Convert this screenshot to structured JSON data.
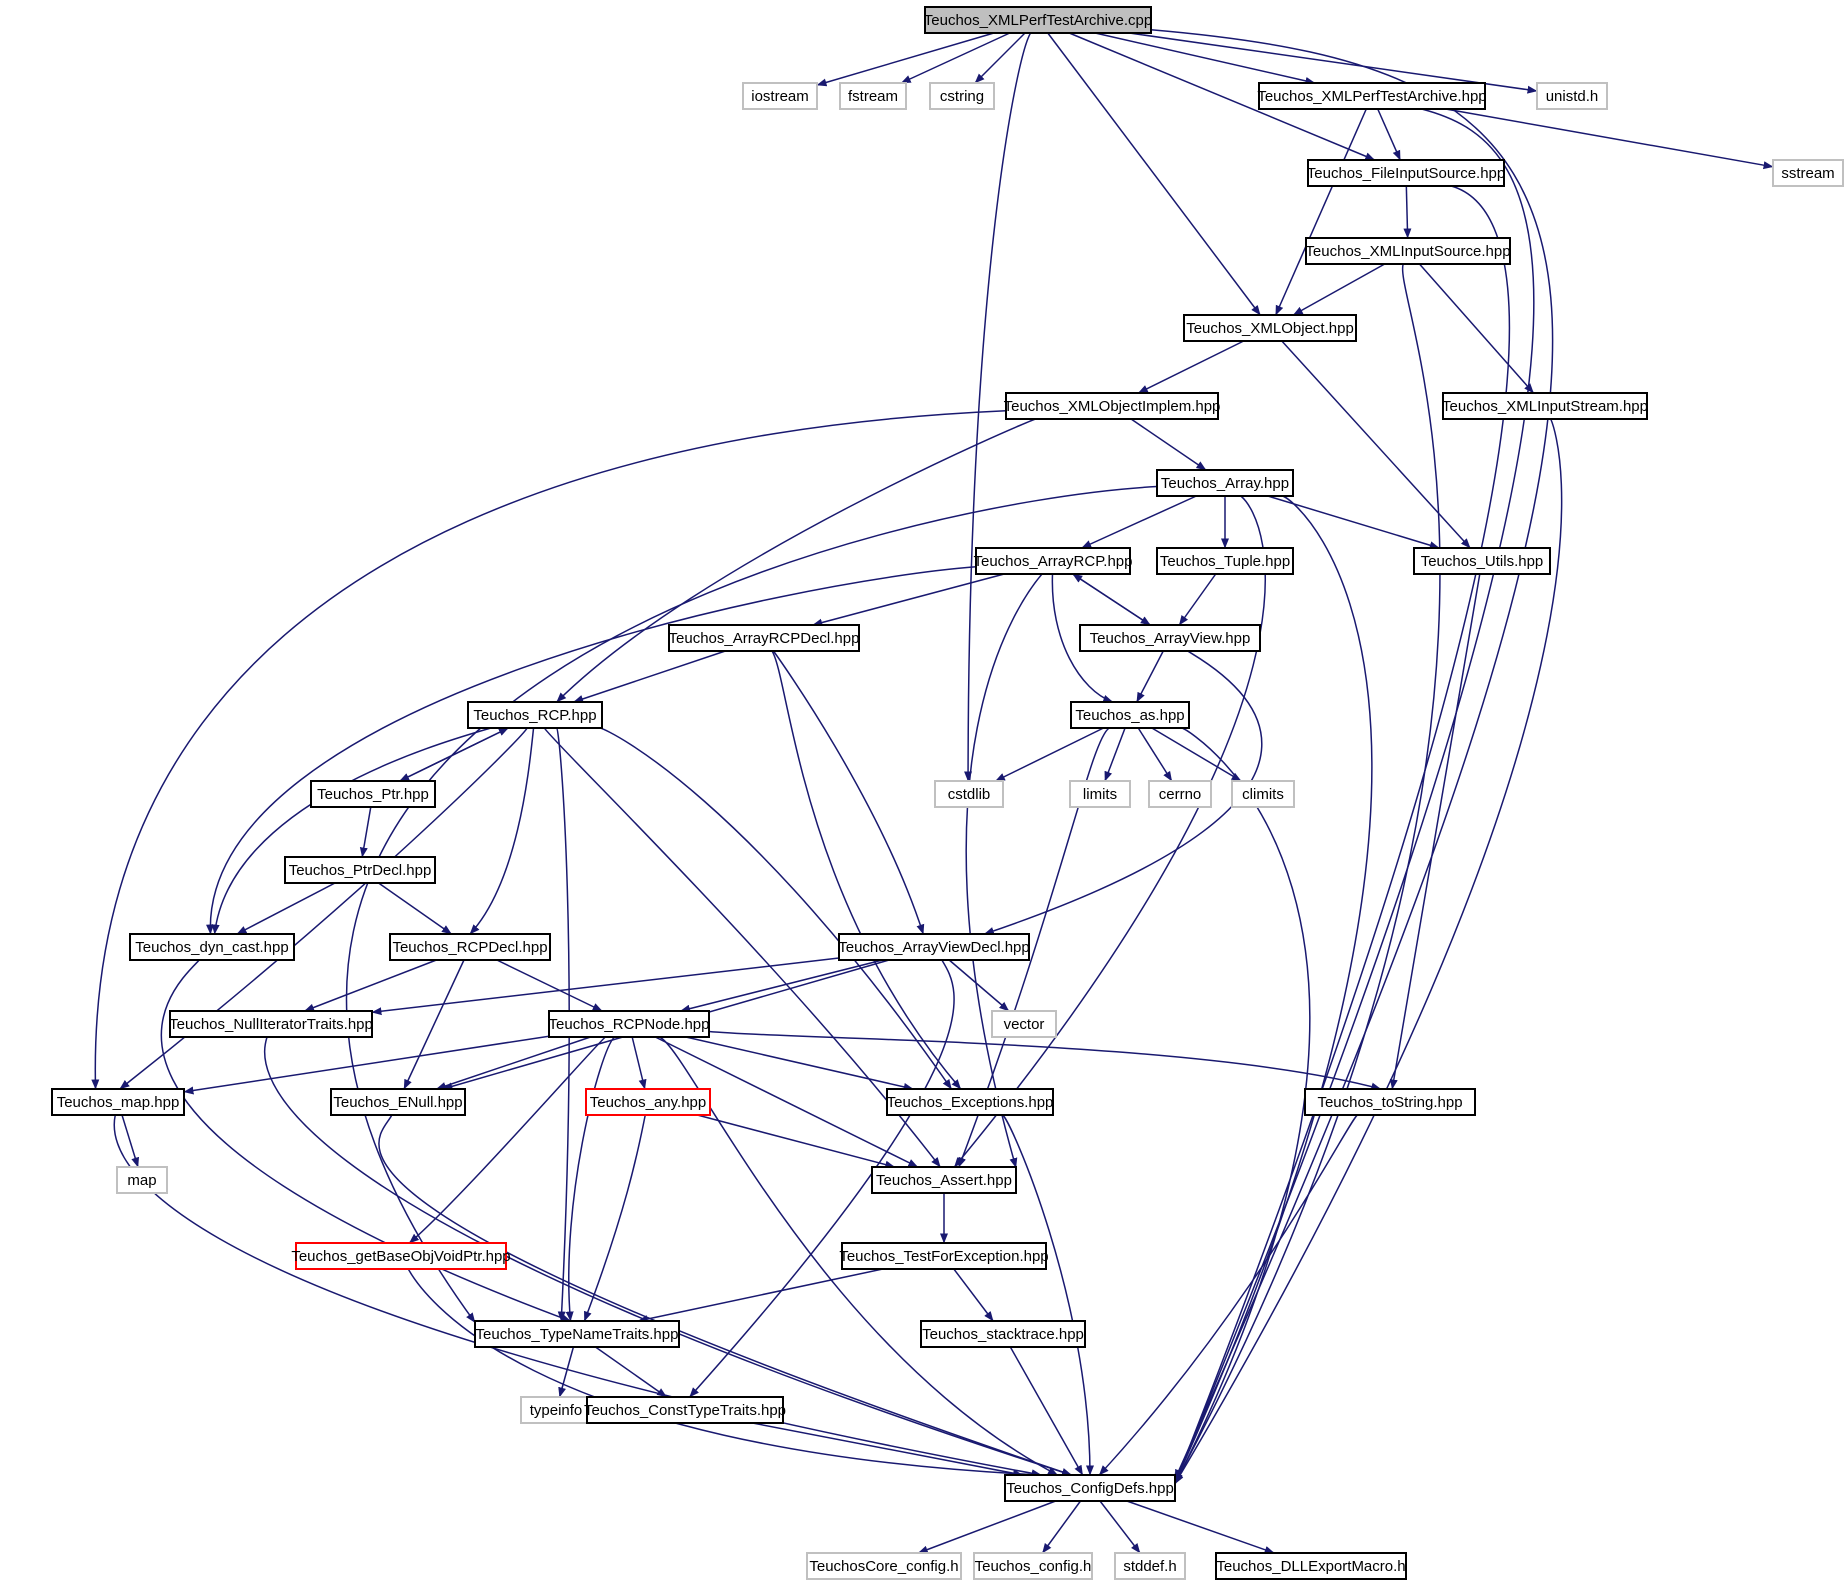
{
  "colors": {
    "edge": "#191970",
    "node_border": "#000000",
    "external_border": "#c0c0c0",
    "incomplete_border": "#ff0000",
    "root_fill": "#bfbfbf",
    "fill": "#ffffff"
  },
  "diagram": {
    "root": "cpp",
    "nodes": [
      {
        "id": "cpp",
        "label": "Teuchos_XMLPerfTestArchive.cpp",
        "kind": "root"
      },
      {
        "id": "iostream",
        "label": "iostream",
        "kind": "external"
      },
      {
        "id": "fstream",
        "label": "fstream",
        "kind": "external"
      },
      {
        "id": "cstring",
        "label": "cstring",
        "kind": "external"
      },
      {
        "id": "perfhpp",
        "label": "Teuchos_XMLPerfTestArchive.hpp",
        "kind": "file"
      },
      {
        "id": "unistd",
        "label": "unistd.h",
        "kind": "external"
      },
      {
        "id": "fileinput",
        "label": "Teuchos_FileInputSource.hpp",
        "kind": "file"
      },
      {
        "id": "sstream",
        "label": "sstream",
        "kind": "external"
      },
      {
        "id": "xmlinputsource",
        "label": "Teuchos_XMLInputSource.hpp",
        "kind": "file"
      },
      {
        "id": "xmlobject",
        "label": "Teuchos_XMLObject.hpp",
        "kind": "file"
      },
      {
        "id": "xmlobjimpl",
        "label": "Teuchos_XMLObjectImplem.hpp",
        "kind": "file"
      },
      {
        "id": "xmlinputstream",
        "label": "Teuchos_XMLInputStream.hpp",
        "kind": "file"
      },
      {
        "id": "array",
        "label": "Teuchos_Array.hpp",
        "kind": "file"
      },
      {
        "id": "arrayrcp",
        "label": "Teuchos_ArrayRCP.hpp",
        "kind": "file"
      },
      {
        "id": "tuple",
        "label": "Teuchos_Tuple.hpp",
        "kind": "file"
      },
      {
        "id": "utils",
        "label": "Teuchos_Utils.hpp",
        "kind": "file"
      },
      {
        "id": "arrayrcpdecl",
        "label": "Teuchos_ArrayRCPDecl.hpp",
        "kind": "file"
      },
      {
        "id": "arrayview",
        "label": "Teuchos_ArrayView.hpp",
        "kind": "file"
      },
      {
        "id": "rcp",
        "label": "Teuchos_RCP.hpp",
        "kind": "file"
      },
      {
        "id": "as",
        "label": "Teuchos_as.hpp",
        "kind": "file"
      },
      {
        "id": "ptr",
        "label": "Teuchos_Ptr.hpp",
        "kind": "file"
      },
      {
        "id": "cstdlib",
        "label": "cstdlib",
        "kind": "external"
      },
      {
        "id": "limits",
        "label": "limits",
        "kind": "external"
      },
      {
        "id": "cerrno",
        "label": "cerrno",
        "kind": "external"
      },
      {
        "id": "climits",
        "label": "climits",
        "kind": "external"
      },
      {
        "id": "ptrdecl",
        "label": "Teuchos_PtrDecl.hpp",
        "kind": "file"
      },
      {
        "id": "dyncast",
        "label": "Teuchos_dyn_cast.hpp",
        "kind": "file"
      },
      {
        "id": "rcpdecl",
        "label": "Teuchos_RCPDecl.hpp",
        "kind": "file"
      },
      {
        "id": "arrayviewdecl",
        "label": "Teuchos_ArrayViewDecl.hpp",
        "kind": "file"
      },
      {
        "id": "nulliter",
        "label": "Teuchos_NullIteratorTraits.hpp",
        "kind": "file"
      },
      {
        "id": "rcpnode",
        "label": "Teuchos_RCPNode.hpp",
        "kind": "file"
      },
      {
        "id": "vector",
        "label": "vector",
        "kind": "external"
      },
      {
        "id": "map",
        "label": "Teuchos_map.hpp",
        "kind": "file"
      },
      {
        "id": "enull",
        "label": "Teuchos_ENull.hpp",
        "kind": "file"
      },
      {
        "id": "any",
        "label": "Teuchos_any.hpp",
        "kind": "incomplete"
      },
      {
        "id": "exceptions",
        "label": "Teuchos_Exceptions.hpp",
        "kind": "file"
      },
      {
        "id": "tostring",
        "label": "Teuchos_toString.hpp",
        "kind": "file"
      },
      {
        "id": "stdmap",
        "label": "map",
        "kind": "external"
      },
      {
        "id": "assert",
        "label": "Teuchos_Assert.hpp",
        "kind": "file"
      },
      {
        "id": "getbase",
        "label": "Teuchos_getBaseObjVoidPtr.hpp",
        "kind": "incomplete"
      },
      {
        "id": "testforexc",
        "label": "Teuchos_TestForException.hpp",
        "kind": "file"
      },
      {
        "id": "typename",
        "label": "Teuchos_TypeNameTraits.hpp",
        "kind": "file"
      },
      {
        "id": "stacktrace",
        "label": "Teuchos_stacktrace.hpp",
        "kind": "file"
      },
      {
        "id": "typeinfo",
        "label": "typeinfo",
        "kind": "external"
      },
      {
        "id": "consttype",
        "label": "Teuchos_ConstTypeTraits.hpp",
        "kind": "file"
      },
      {
        "id": "configdefs",
        "label": "Teuchos_ConfigDefs.hpp",
        "kind": "file"
      },
      {
        "id": "coreconfig",
        "label": "TeuchosCore_config.h",
        "kind": "external"
      },
      {
        "id": "config",
        "label": "Teuchos_config.h",
        "kind": "external"
      },
      {
        "id": "stddef",
        "label": "stddef.h",
        "kind": "external"
      },
      {
        "id": "dllexport",
        "label": "Teuchos_DLLExportMacro.h",
        "kind": "file"
      }
    ],
    "edges": [
      [
        "cpp",
        "iostream"
      ],
      [
        "cpp",
        "fstream"
      ],
      [
        "cpp",
        "cstring"
      ],
      [
        "cpp",
        "perfhpp"
      ],
      [
        "cpp",
        "unistd"
      ],
      [
        "cpp",
        "fileinput"
      ],
      [
        "cpp",
        "xmlobject"
      ],
      [
        "cpp",
        "cstdlib"
      ],
      [
        "cpp",
        "configdefs"
      ],
      [
        "perfhpp",
        "fileinput"
      ],
      [
        "perfhpp",
        "xmlobject"
      ],
      [
        "perfhpp",
        "sstream"
      ],
      [
        "perfhpp",
        "configdefs"
      ],
      [
        "fileinput",
        "xmlinputsource"
      ],
      [
        "fileinput",
        "configdefs"
      ],
      [
        "xmlinputsource",
        "xmlobject"
      ],
      [
        "xmlinputsource",
        "xmlinputstream"
      ],
      [
        "xmlinputsource",
        "configdefs"
      ],
      [
        "xmlobject",
        "xmlobjimpl"
      ],
      [
        "xmlobject",
        "utils"
      ],
      [
        "xmlinputstream",
        "configdefs"
      ],
      [
        "xmlobjimpl",
        "array"
      ],
      [
        "xmlobjimpl",
        "rcp"
      ],
      [
        "xmlobjimpl",
        "map"
      ],
      [
        "array",
        "arrayrcp"
      ],
      [
        "array",
        "tuple"
      ],
      [
        "array",
        "utils"
      ],
      [
        "array",
        "assert"
      ],
      [
        "array",
        "typename"
      ],
      [
        "array",
        "configdefs"
      ],
      [
        "utils",
        "tostring"
      ],
      [
        "arrayrcp",
        "arrayrcpdecl"
      ],
      [
        "arrayrcp",
        "arrayview"
      ],
      [
        "arrayrcp",
        "as"
      ],
      [
        "arrayrcp",
        "dyncast"
      ],
      [
        "arrayrcp",
        "assert"
      ],
      [
        "tuple",
        "arrayview"
      ],
      [
        "arrayview",
        "arrayrcp"
      ],
      [
        "arrayview",
        "as"
      ],
      [
        "arrayview",
        "arrayviewdecl"
      ],
      [
        "arrayrcpdecl",
        "rcp"
      ],
      [
        "arrayrcpdecl",
        "arrayviewdecl"
      ],
      [
        "arrayrcpdecl",
        "exceptions"
      ],
      [
        "rcp",
        "ptr"
      ],
      [
        "rcp",
        "rcpdecl"
      ],
      [
        "rcp",
        "dyncast"
      ],
      [
        "rcp",
        "map"
      ],
      [
        "rcp",
        "typename"
      ],
      [
        "rcp",
        "exceptions"
      ],
      [
        "rcp",
        "assert"
      ],
      [
        "ptr",
        "rcp"
      ],
      [
        "ptr",
        "ptrdecl"
      ],
      [
        "ptrdecl",
        "dyncast"
      ],
      [
        "ptrdecl",
        "rcpdecl"
      ],
      [
        "as",
        "cstdlib"
      ],
      [
        "as",
        "limits"
      ],
      [
        "as",
        "cerrno"
      ],
      [
        "as",
        "climits"
      ],
      [
        "as",
        "assert"
      ],
      [
        "as",
        "configdefs"
      ],
      [
        "dyncast",
        "typename"
      ],
      [
        "rcpdecl",
        "nulliter"
      ],
      [
        "rcpdecl",
        "rcpnode"
      ],
      [
        "rcpdecl",
        "enull"
      ],
      [
        "arrayviewdecl",
        "rcpnode"
      ],
      [
        "arrayviewdecl",
        "nulliter"
      ],
      [
        "arrayviewdecl",
        "enull"
      ],
      [
        "arrayviewdecl",
        "vector"
      ],
      [
        "arrayviewdecl",
        "consttype"
      ],
      [
        "nulliter",
        "configdefs"
      ],
      [
        "rcpnode",
        "map"
      ],
      [
        "rcpnode",
        "enull"
      ],
      [
        "rcpnode",
        "any"
      ],
      [
        "rcpnode",
        "exceptions"
      ],
      [
        "rcpnode",
        "tostring"
      ],
      [
        "rcpnode",
        "assert"
      ],
      [
        "rcpnode",
        "getbase"
      ],
      [
        "rcpnode",
        "typename"
      ],
      [
        "rcpnode",
        "configdefs"
      ],
      [
        "map",
        "stdmap"
      ],
      [
        "map",
        "configdefs"
      ],
      [
        "enull",
        "configdefs"
      ],
      [
        "any",
        "assert"
      ],
      [
        "any",
        "typename"
      ],
      [
        "exceptions",
        "configdefs"
      ],
      [
        "tostring",
        "configdefs"
      ],
      [
        "assert",
        "testforexc"
      ],
      [
        "testforexc",
        "typename"
      ],
      [
        "testforexc",
        "stacktrace"
      ],
      [
        "getbase",
        "configdefs"
      ],
      [
        "typename",
        "typeinfo"
      ],
      [
        "typename",
        "consttype"
      ],
      [
        "stacktrace",
        "configdefs"
      ],
      [
        "consttype",
        "configdefs"
      ],
      [
        "configdefs",
        "coreconfig"
      ],
      [
        "configdefs",
        "config"
      ],
      [
        "configdefs",
        "stddef"
      ],
      [
        "configdefs",
        "dllexport"
      ]
    ]
  }
}
